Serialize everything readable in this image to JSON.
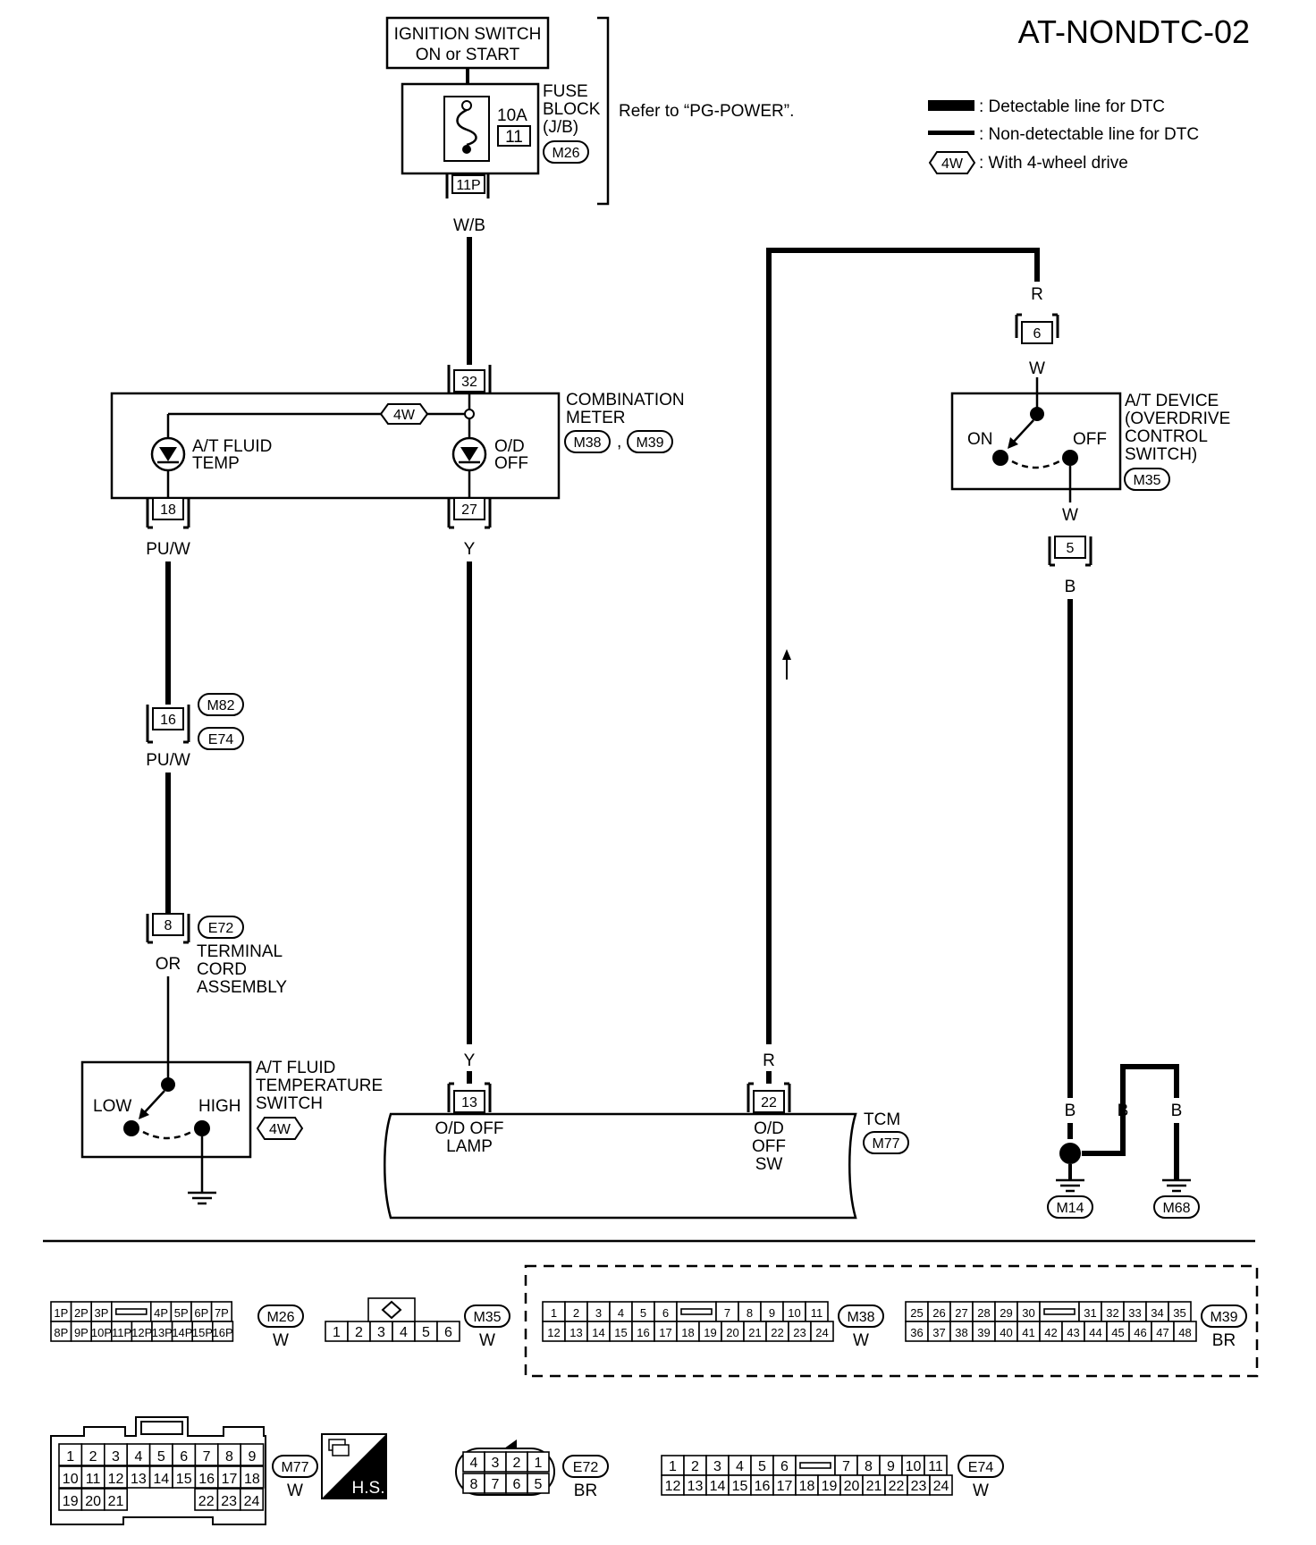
{
  "page": {
    "title": "AT-NONDTC-02"
  },
  "legend": [
    {
      "symbol": "thick-line",
      "text": ": Detectable line for DTC"
    },
    {
      "symbol": "thin-line",
      "text": ": Non-detectable line for DTC"
    },
    {
      "symbol": "4w-hexagon",
      "symbol_text": "4W",
      "text": ": With 4-wheel drive"
    }
  ],
  "ignition": {
    "line1": "IGNITION SWITCH",
    "line2": "ON or START"
  },
  "fuse_block": {
    "label": [
      "FUSE",
      "BLOCK",
      "(J/B)"
    ],
    "amp": "10A",
    "fuse_no": "11",
    "connector": "M26",
    "pin": "11P",
    "refer": "Refer to “PG-POWER”."
  },
  "combination_meter": {
    "label": [
      "COMBINATION",
      "METER"
    ],
    "connectors": [
      "M38",
      "M39"
    ],
    "separator": ",",
    "lamp1": [
      "A/T FLUID",
      "TEMP"
    ],
    "lamp2": [
      "O/D",
      "OFF"
    ],
    "pins": {
      "top": "32",
      "left": "18",
      "right": "27"
    },
    "four_w": "4W"
  },
  "wires": {
    "wb": "W/B",
    "puw1": "PU/W",
    "puw2": "PU/W",
    "y1": "Y",
    "y2": "Y",
    "or": "OR",
    "r_bottom": "R",
    "r_top": "R",
    "w_top": "W",
    "w_bottom": "W",
    "b_top": "B",
    "b1": "B",
    "b2": "B",
    "b3": "B"
  },
  "joint_connector": {
    "pin": "16",
    "connectors": [
      "M82",
      "E74"
    ]
  },
  "terminal_cord": {
    "pin": "8",
    "connector": "E72",
    "label": [
      "TERMINAL",
      "CORD",
      "ASSEMBLY"
    ]
  },
  "fluid_temp_switch": {
    "label": [
      "A/T FLUID",
      "TEMPERATURE",
      "SWITCH"
    ],
    "low": "LOW",
    "high": "HIGH",
    "four_w": "4W"
  },
  "tcm": {
    "label": "TCM",
    "connector": "M77",
    "pin13": "13",
    "pin22": "22",
    "term13": [
      "O/D OFF",
      "LAMP"
    ],
    "term22": [
      "O/D",
      "OFF",
      "SW"
    ]
  },
  "at_device": {
    "label": [
      "A/T DEVICE",
      "(OVERDRIVE",
      "CONTROL",
      "SWITCH)"
    ],
    "connector": "M35",
    "on": "ON",
    "off": "OFF",
    "pin_top": "6",
    "pin_bottom": "5"
  },
  "grounds": [
    "M14",
    "M68"
  ],
  "connector_views": [
    {
      "id": "M26",
      "color": "W",
      "rows": [
        [
          "1P",
          "2P",
          "3P",
          "",
          "4P",
          "5P",
          "6P",
          "7P"
        ],
        [
          "8P",
          "9P",
          "10P",
          "11P",
          "12P",
          "13P",
          "14P",
          "15P",
          "16P"
        ]
      ]
    },
    {
      "id": "M35",
      "color": "W",
      "rows": [
        [
          "1",
          "2",
          "3",
          "4",
          "5",
          "6"
        ]
      ]
    },
    {
      "id": "M38",
      "color": "W",
      "rows": [
        [
          "1",
          "2",
          "3",
          "4",
          "5",
          "6",
          "",
          "7",
          "8",
          "9",
          "10",
          "11"
        ],
        [
          "12",
          "13",
          "14",
          "15",
          "16",
          "17",
          "18",
          "19",
          "20",
          "21",
          "22",
          "23",
          "24"
        ]
      ]
    },
    {
      "id": "M39",
      "color": "BR",
      "rows": [
        [
          "25",
          "26",
          "27",
          "28",
          "29",
          "30",
          "",
          "31",
          "32",
          "33",
          "34",
          "35"
        ],
        [
          "36",
          "37",
          "38",
          "39",
          "40",
          "41",
          "42",
          "43",
          "44",
          "45",
          "46",
          "47",
          "48"
        ]
      ]
    },
    {
      "id": "M77",
      "color": "W",
      "rows": [
        [
          "1",
          "2",
          "3",
          "4",
          "5",
          "6",
          "7",
          "8",
          "9"
        ],
        [
          "10",
          "11",
          "12",
          "13",
          "14",
          "15",
          "16",
          "17",
          "18"
        ],
        [
          "19",
          "20",
          "21",
          "22",
          "23",
          "24"
        ]
      ],
      "badge": "H.S."
    },
    {
      "id": "E72",
      "color": "BR",
      "rows": [
        [
          "4",
          "3",
          "2",
          "1"
        ],
        [
          "8",
          "7",
          "6",
          "5"
        ]
      ]
    },
    {
      "id": "E74",
      "color": "W",
      "rows": [
        [
          "1",
          "2",
          "3",
          "4",
          "5",
          "6",
          "",
          "7",
          "8",
          "9",
          "10",
          "11"
        ],
        [
          "12",
          "13",
          "14",
          "15",
          "16",
          "17",
          "18",
          "19",
          "20",
          "21",
          "22",
          "23",
          "24"
        ]
      ]
    }
  ]
}
